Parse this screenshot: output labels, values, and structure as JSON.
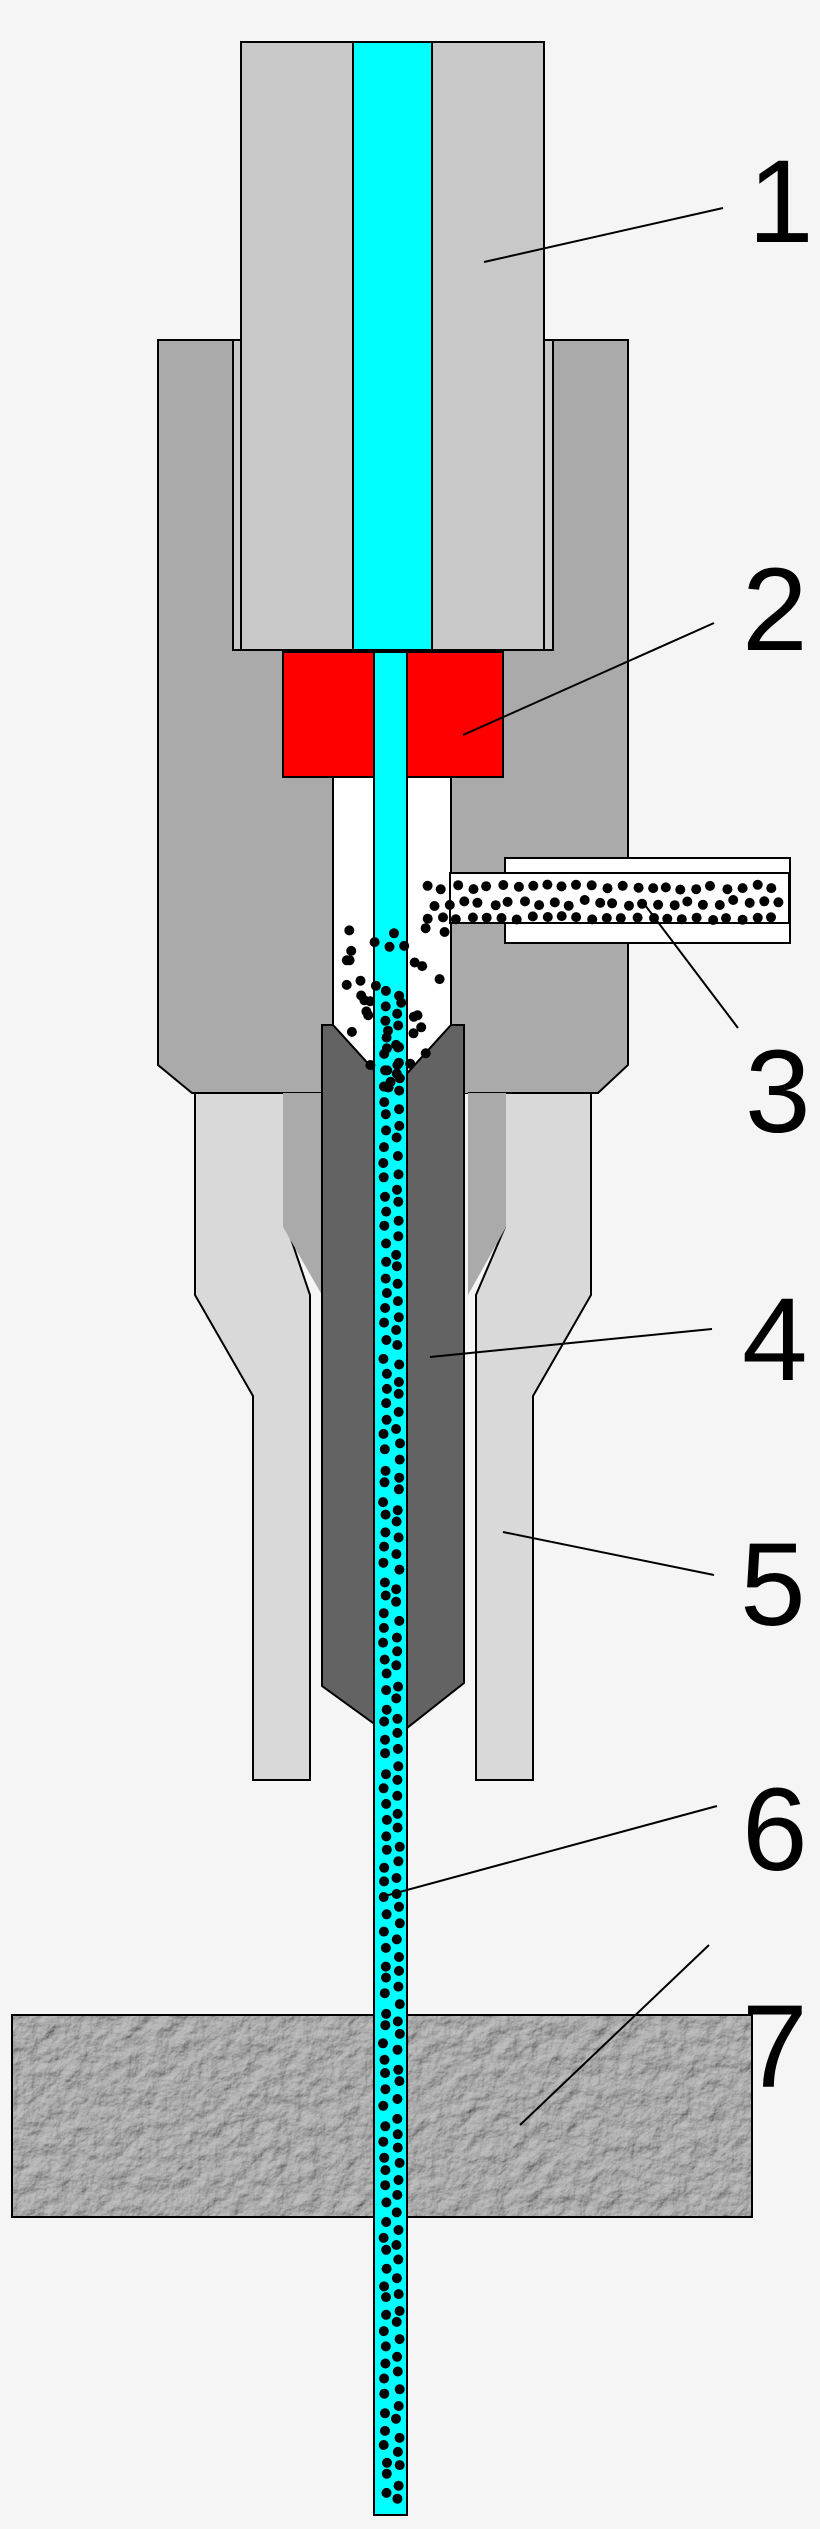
{
  "labels": [
    {
      "id": "1",
      "text": "1"
    },
    {
      "id": "2",
      "text": "2"
    },
    {
      "id": "3",
      "text": "3"
    },
    {
      "id": "4",
      "text": "4"
    },
    {
      "id": "5",
      "text": "5"
    },
    {
      "id": "6",
      "text": "6"
    },
    {
      "id": "7",
      "text": "7"
    }
  ],
  "colors": {
    "background": "#f5f5f5",
    "upper_housing": "#c8c8c8",
    "outer_body": "#aaaaaa",
    "nozzle_shield": "#d9d9d9",
    "mixing_tube": "#636363",
    "orifice_mount": "#ff0000",
    "water_jet": "#00ffff",
    "abrasive": "#000000",
    "workpiece": "#a6a6a6"
  }
}
